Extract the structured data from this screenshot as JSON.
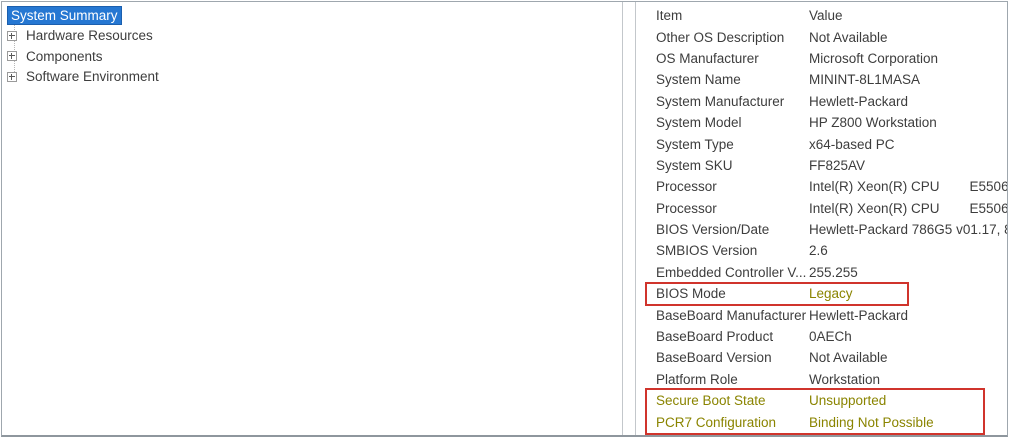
{
  "tree": {
    "items": [
      {
        "label": "System Summary",
        "selected": true,
        "expandable": false
      },
      {
        "label": "Hardware Resources",
        "selected": false,
        "expandable": true
      },
      {
        "label": "Components",
        "selected": false,
        "expandable": true
      },
      {
        "label": "Software Environment",
        "selected": false,
        "expandable": true
      }
    ]
  },
  "table": {
    "columns": [
      "Item",
      "Value"
    ],
    "rows": [
      {
        "item": "Other OS Description",
        "value": "Not Available"
      },
      {
        "item": "OS Manufacturer",
        "value": "Microsoft Corporation"
      },
      {
        "item": "System Name",
        "value": "MININT-8L1MASA"
      },
      {
        "item": "System Manufacturer",
        "value": "Hewlett-Packard"
      },
      {
        "item": "System Model",
        "value": "HP Z800 Workstation"
      },
      {
        "item": "System Type",
        "value": "x64-based PC"
      },
      {
        "item": "System SKU",
        "value": "FF825AV"
      },
      {
        "item": "Processor",
        "value": "Intel(R) Xeon(R) CPU        E5506"
      },
      {
        "item": "Processor",
        "value": "Intel(R) Xeon(R) CPU        E5506"
      },
      {
        "item": "BIOS Version/Date",
        "value": "Hewlett-Packard 786G5 v01.17, 8/"
      },
      {
        "item": "SMBIOS Version",
        "value": "2.6"
      },
      {
        "item": "Embedded Controller V...",
        "value": "255.255"
      },
      {
        "item": "BIOS Mode",
        "value": "Legacy",
        "highlight": "olive-value"
      },
      {
        "item": "BaseBoard Manufacturer",
        "value": "Hewlett-Packard"
      },
      {
        "item": "BaseBoard Product",
        "value": "0AECh"
      },
      {
        "item": "BaseBoard Version",
        "value": "Not Available"
      },
      {
        "item": "Platform Role",
        "value": "Workstation"
      },
      {
        "item": "Secure Boot State",
        "value": "Unsupported",
        "highlight": "olive-both"
      },
      {
        "item": "PCR7 Configuration",
        "value": "Binding Not Possible",
        "highlight": "olive-both"
      }
    ]
  },
  "colors": {
    "selection_blue": "#2577d2",
    "annotation_red": "#d0342c",
    "warning_olive": "#8a8400"
  }
}
